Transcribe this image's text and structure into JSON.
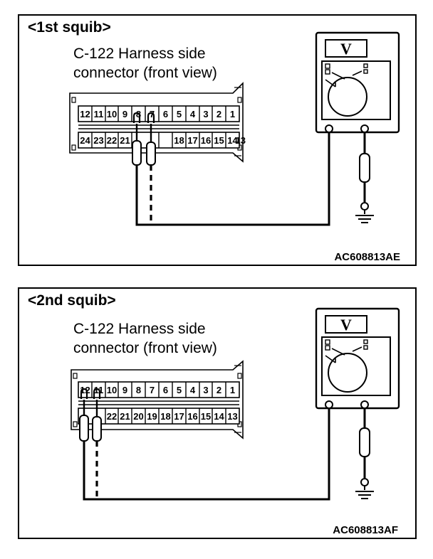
{
  "panels": [
    {
      "title": "<1st squib>",
      "caption_line1": "C-122 Harness side",
      "caption_line2": "connector (front view)",
      "figure_id": "AC608813AE",
      "pins_top": [
        "12",
        "11",
        "10",
        "9",
        "8",
        "7",
        "6",
        "5",
        "4",
        "3",
        "2",
        "1"
      ],
      "pins_bottom": [
        "24",
        "23",
        "22",
        "21",
        "",
        "",
        "18",
        "17",
        "16",
        "15",
        "14",
        "13"
      ],
      "meter_label": "V"
    },
    {
      "title": "<2nd  squib>",
      "caption_line1": "C-122 Harness side",
      "caption_line2": "connector (front view)",
      "figure_id": "AC608813AF",
      "pins_top": [
        "12",
        "11",
        "10",
        "9",
        "8",
        "7",
        "6",
        "5",
        "4",
        "3",
        "2",
        "1"
      ],
      "pins_bottom": [
        "",
        "",
        "22",
        "21",
        "20",
        "19",
        "18",
        "17",
        "16",
        "15",
        "14",
        "13"
      ],
      "meter_label": "V"
    }
  ]
}
